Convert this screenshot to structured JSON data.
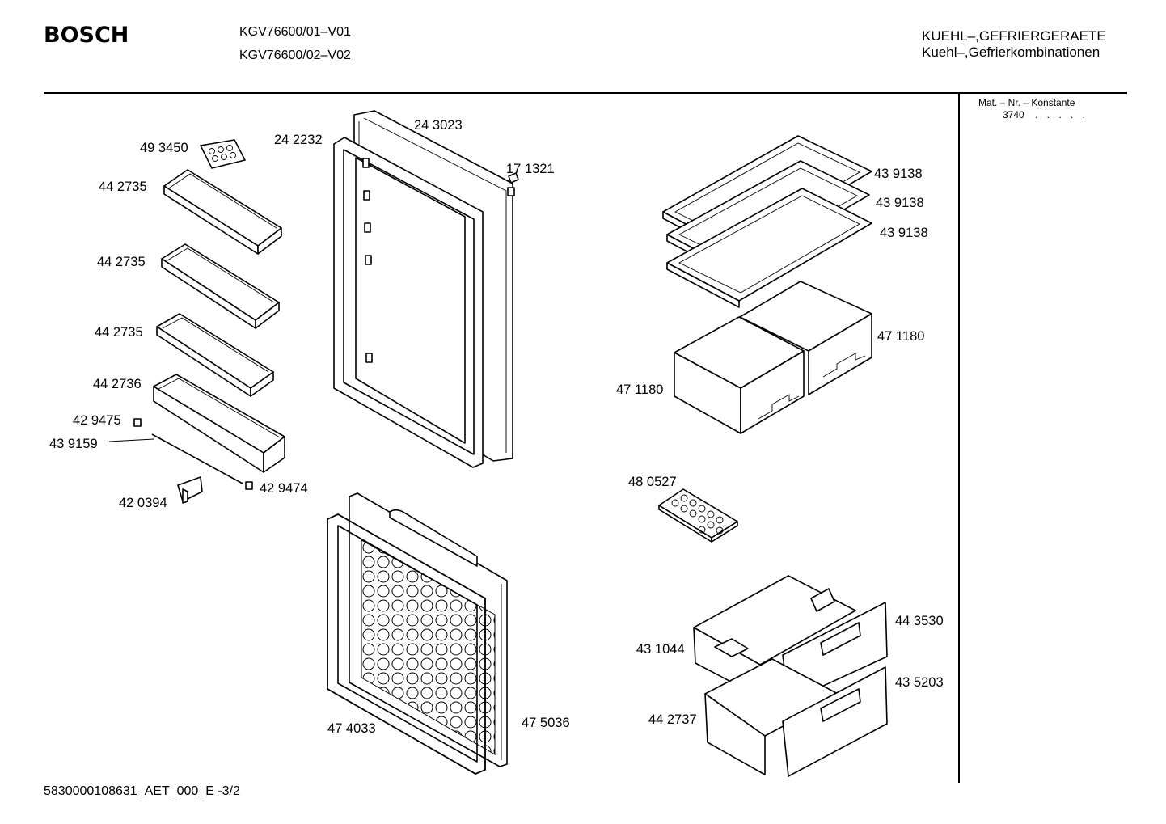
{
  "header": {
    "brand": "BOSCH",
    "model_1": "KGV76600/01–V01",
    "model_2": "KGV76600/02–V02",
    "category_1": "KUEHL–,GEFRIERGERAETE",
    "category_2": "Kuehl–,Gefrierkombinationen"
  },
  "side_panel": {
    "mat_label": "Mat. – Nr. – Konstante",
    "constant": "3740",
    "dots": ". . . . ."
  },
  "footer": {
    "document_id": "5830000108631_AET_000_E  -3/2"
  },
  "parts": {
    "egg_tray": "49 3450",
    "door_shelf_1": "44 2735",
    "door_shelf_2": "44 2735",
    "door_shelf_3": "44 2735",
    "door_shelf_4": "44 2736",
    "clip_1": "42 9475",
    "rod": "43 9159",
    "holder": "42 0394",
    "clip_2": "42 9474",
    "door_gasket_top": "24 2232",
    "door_liner_top": "24 3023",
    "hinge_cover": "17 1321",
    "door_gasket_bottom": "47 4033",
    "door_liner_bottom": "47 5036",
    "glass_shelf_1": "43 9138",
    "glass_shelf_2": "43 9138",
    "glass_shelf_3": "43 9138",
    "crisper_right": "47 1180",
    "crisper_left": "47 1180",
    "ice_tray": "48 0527",
    "freezer_drawer_front_top": "44 3530",
    "freezer_drawer_top": "43 1044",
    "freezer_drawer_front_bottom": "43 5203",
    "freezer_drawer_bottom": "44 2737"
  }
}
